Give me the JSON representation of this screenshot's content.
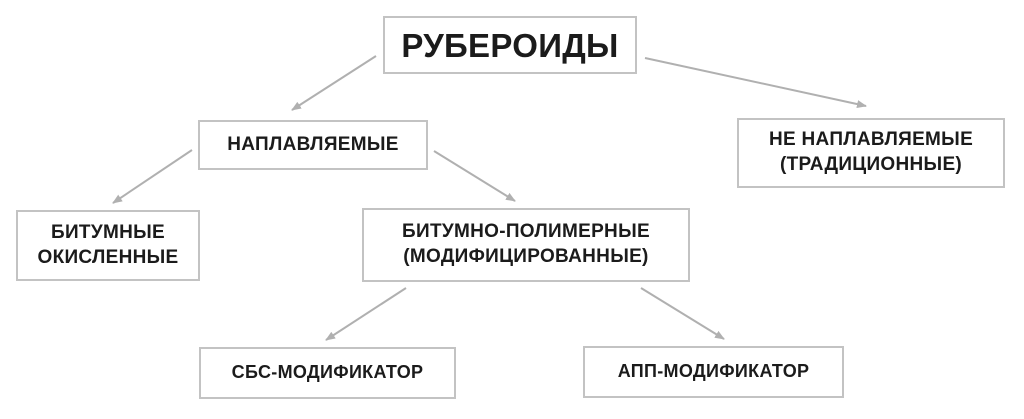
{
  "diagram": {
    "root": "РУБЕРОИДЫ",
    "fused": "НАПЛАВЛЯЕМЫЕ",
    "non_fused": "НЕ НАПЛАВЛЯЕМЫЕ\n(ТРАДИЦИОННЫЕ)",
    "oxidized": "БИТУМНЫЕ\nОКИСЛЕННЫЕ",
    "polymer": "БИТУМНО-ПОЛИМЕРНЫЕ\n(МОДИФИЦИРОВАННЫЕ)",
    "sbs": "СБС-МОДИФИКАТОР",
    "app": "АПП-МОДИФИКАТОР"
  },
  "colors": {
    "border": "#c3c3c3",
    "arrow": "#b0b0b0",
    "text": "#1b1b1b"
  }
}
